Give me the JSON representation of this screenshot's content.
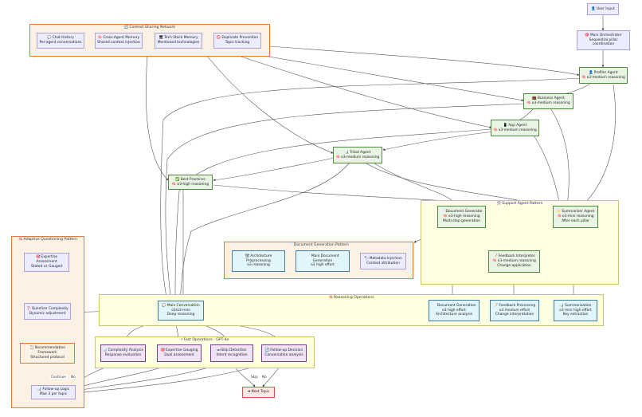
{
  "groups": {
    "context": {
      "title": "Context Sharing Network"
    },
    "support": {
      "title": "Support Agent Pattern"
    },
    "adaptive": {
      "title": "Adaptive Questioning Pattern"
    },
    "docgen": {
      "title": "Document Generation Pattern"
    },
    "reasoning": {
      "title": "Reasoning Operations"
    },
    "fast": {
      "title": "Fast Operations - GPT-4o"
    }
  },
  "nodes": {
    "user_input": {
      "line1": "User Input"
    },
    "orchestrator": {
      "line1": "Main Orchestrator",
      "line2": "Sequential pillar",
      "line3": "coordination"
    },
    "chat_history": {
      "line1": "Chat History",
      "line2": "Per-agent conversations"
    },
    "cross_agent": {
      "line1": "Cross-Agent Memory",
      "line2": "Shared context injection"
    },
    "tech_stack": {
      "line1": "Tech Stack Memory",
      "line2": "Mentioned technologies"
    },
    "dup_prevention": {
      "line1": "Duplicate Prevention",
      "line2": "Topic tracking"
    },
    "profiler": {
      "line1": "Profiler Agent",
      "line2": "o3-medium reasoning"
    },
    "business": {
      "line1": "Business Agent",
      "line2": "o3-medium reasoning"
    },
    "app": {
      "line1": "App Agent",
      "line2": "o3-medium reasoning"
    },
    "tribal": {
      "line1": "Tribal Agent",
      "line2": "o3-medium reasoning"
    },
    "best_practices": {
      "line1": "Best Practices",
      "line2": "o3-high reasoning"
    },
    "doc_generator": {
      "line1": "Document Generator",
      "line2": "o3-high reasoning",
      "line3": "Multi-step generation"
    },
    "summarizer_agent": {
      "line1": "Summarizer Agent",
      "line2": "o3-mini reasoning",
      "line3": "After each pillar"
    },
    "feedback_interpreter": {
      "line1": "Feedback Interpreter",
      "line2": "o3-medium reasoning",
      "line3": "Change application"
    },
    "arch_pre": {
      "line1": "Architecture",
      "line2": "Preprocessing",
      "line3": "o3 reasoning"
    },
    "main_doc_gen": {
      "line1": "Main Document",
      "line2": "Generation",
      "line3": "o3 high effort"
    },
    "metadata": {
      "line1": "Metadata Injection",
      "line2": "Context attribution"
    },
    "expertise_assess": {
      "line1": "Expertise Assessment",
      "line2": "Stated vs Gauged"
    },
    "question_complexity": {
      "line1": "Question Complexity",
      "line2": "Dynamic adjustment"
    },
    "recommendation": {
      "line1": "Recommendation",
      "line2": "Framework",
      "line3": "Structured protocol"
    },
    "followup_logic": {
      "line1": "Follow-up Logic",
      "line2": "Max 3 per topic"
    },
    "main_conversation": {
      "line1": "Main Conversation",
      "line2": "o3/o3-mini",
      "line3": "Deep reasoning"
    },
    "op_doc_gen": {
      "line1": "Document Generation",
      "line2": "o3 high effort",
      "line3": "Architecture analysis"
    },
    "feedback_processing": {
      "line1": "Feedback Processing",
      "line2": "o3 medium effort",
      "line3": "Change interpretation"
    },
    "summarization": {
      "line1": "Summarization",
      "line2": "o3 mini high effort",
      "line3": "Key extraction"
    },
    "complexity_analysis": {
      "line1": "Complexity Analysis",
      "line2": "Response evaluation"
    },
    "expertise_gauging": {
      "line1": "Expertise Gauging",
      "line2": "Dual assessment"
    },
    "skip_detection": {
      "line1": "Skip Detection",
      "line2": "Intent recognition"
    },
    "followup_decision": {
      "line1": "Follow-up Decision",
      "line2": "Conversation analysis"
    },
    "next_topic": {
      "line1": "Next Topic"
    }
  },
  "edge_labels": {
    "continue": "Continue",
    "no_a": "No",
    "skip": "Skip",
    "no_b": "No"
  },
  "icons": {
    "user_input": "user-icon",
    "orchestrator": "target-icon",
    "profiler": "person-icon",
    "business": "briefcase-icon",
    "app": "phone-icon",
    "tribal": "chart-icon",
    "best_practices": "check-icon",
    "doc_generator": "document-icon",
    "summarizer_agent": "sparkle-icon",
    "feedback_interpreter": "feedback-icon",
    "followup_logic": "chart-icon",
    "next_topic": "arrow-icon"
  },
  "colors": {
    "orange_border": "#e07b39",
    "orange_fill": "#fdf1e3",
    "yellow_fill": "#fefee3",
    "green_border": "#4d8a3e",
    "blue_border": "#3f7fa7",
    "purple_border": "#7a3f8e",
    "pink_border": "#d9534f",
    "lavender_fill": "#ececff"
  }
}
